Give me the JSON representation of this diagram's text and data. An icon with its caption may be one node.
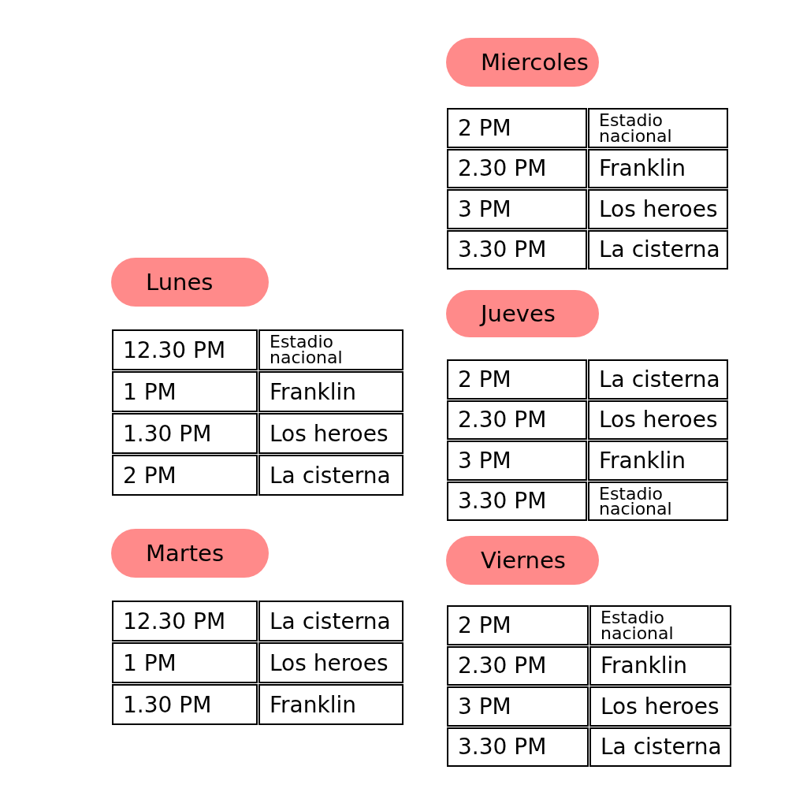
{
  "diagram": {
    "nodes": [
      {
        "text": [
          "Lunes"
        ]
      },
      {
        "text": [
          "Martes"
        ]
      },
      {
        "text": [
          "Miercoles"
        ]
      },
      {
        "text": [
          "Jueves"
        ]
      },
      {
        "text": [
          "Viernes"
        ]
      }
    ],
    "labels": [
      "12.30 PM",
      "Estadio nacional",
      "1 PM",
      "Franklin",
      "1.30 PM",
      "Los heroes",
      "2 PM",
      "La cisterna",
      "12.30 PM",
      "La cisterna",
      "1 PM",
      "Los heroes",
      "1.30 PM",
      "Franklin",
      "2 PM",
      "Estadio nacional",
      "2.30 PM",
      "Franklin",
      "3 PM",
      "Los heroes",
      "3.30 PM",
      "La cisterna",
      "2 PM",
      "La cisterna",
      "2.30 PM",
      "Los heroes",
      "3 PM",
      "Franklin",
      "3.30 PM",
      "Estadio nacional",
      "2 PM",
      "Estadio nacional",
      "2.30 PM",
      "Franklin",
      "3 PM",
      "Los heroes",
      "3.30 PM",
      "La cisterna"
    ]
  }
}
